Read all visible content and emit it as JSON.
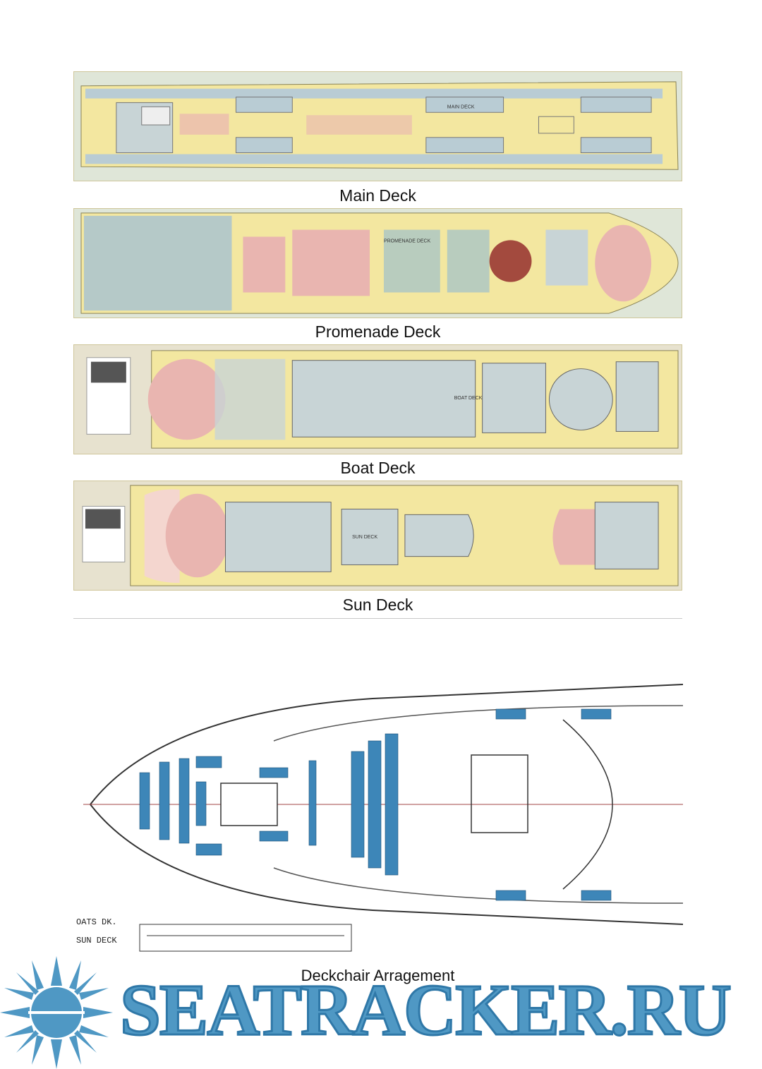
{
  "captions": {
    "main_deck": "Main Deck",
    "promenade_deck": "Promenade Deck",
    "boat_deck": "Boat Deck",
    "sun_deck": "Sun Deck",
    "deckchair": "Deckchair Arragement"
  },
  "plan_labels": {
    "main": "MAIN DECK",
    "promenade": "PROMENADE DECK",
    "boat": "BOAT DECK",
    "sun": "SUN DECK"
  },
  "drawing_labels": {
    "boats": "OATS DK.",
    "sun": "SUN DECK"
  },
  "brand": {
    "name": "SEATRACKER.RU"
  },
  "colors": {
    "brand_blue": "#4f98c4",
    "plan_yellow": "#f3e7a0",
    "plan_blue": "#a9c3cf",
    "plan_pink": "#e9b5b0",
    "chair_blue": "#3d86b8"
  },
  "icons": {
    "logo": "sun-burst-icon"
  }
}
